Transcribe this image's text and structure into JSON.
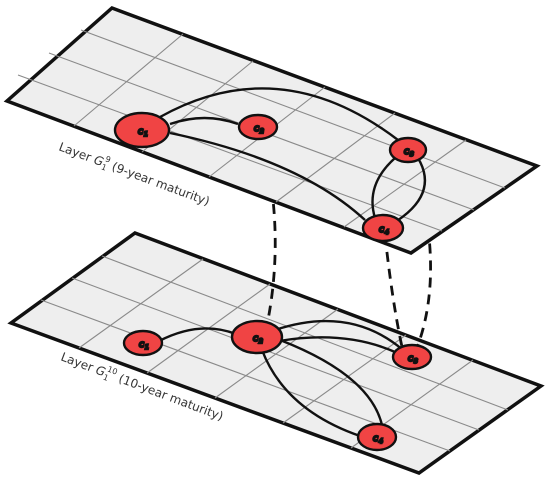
{
  "layers": [
    {
      "id": "top",
      "label_prefix": "Layer ",
      "label_G": "G",
      "label_sub": "1",
      "label_sup": "9",
      "label_suffix": " (9-year maturity)",
      "nodes": [
        {
          "id": "c1",
          "letter": "c",
          "sub": "1"
        },
        {
          "id": "c2",
          "letter": "c",
          "sub": "2"
        },
        {
          "id": "c3",
          "letter": "c",
          "sub": "3"
        },
        {
          "id": "c4",
          "letter": "c",
          "sub": "4"
        }
      ]
    },
    {
      "id": "bottom",
      "label_prefix": "Layer ",
      "label_G": "G",
      "label_sub": "1",
      "label_sup": "10",
      "label_suffix": " (10-year maturity)",
      "nodes": [
        {
          "id": "c1",
          "letter": "c",
          "sub": "1"
        },
        {
          "id": "c2",
          "letter": "c",
          "sub": "2"
        },
        {
          "id": "c3",
          "letter": "c",
          "sub": "3"
        },
        {
          "id": "c4",
          "letter": "c",
          "sub": "4"
        }
      ]
    }
  ],
  "colors": {
    "node_fill": "#f04444",
    "plane_fill": "#eeeeee",
    "grid": "#888888",
    "edge": "#111111"
  }
}
